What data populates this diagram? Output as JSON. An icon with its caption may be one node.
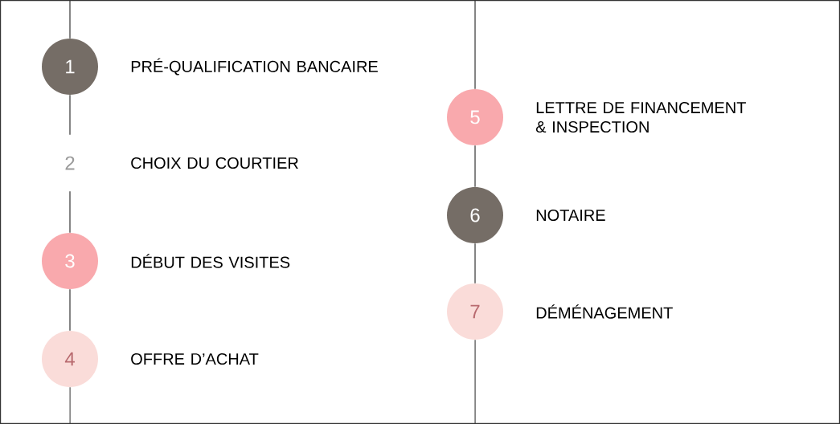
{
  "diagram": {
    "nodes": [
      {
        "text": [
          "1"
        ],
        "beside": [
          "PRÉ-QUALIFICATION BANCAIRE"
        ]
      },
      {
        "text": [
          "2"
        ],
        "beside": [
          "CHOIX DU COURTIER"
        ]
      },
      {
        "text": [
          "3"
        ],
        "beside": [
          "DÉBUT DES VISITES"
        ]
      },
      {
        "text": [
          "4"
        ],
        "beside": [
          "OFFRE D’ACHAT"
        ]
      },
      {
        "text": [
          "5"
        ],
        "beside": [
          "LETTRE DE FINANCEMENT & INSPECTION"
        ]
      },
      {
        "text": [
          "6"
        ],
        "beside": [
          "NOTAIRE"
        ]
      },
      {
        "text": [
          "7"
        ],
        "beside": [
          "DÉMÉNAGEMENT"
        ]
      }
    ],
    "edges": [
      {
        "from": null,
        "to": 0,
        "arrow": "none"
      },
      {
        "from": 0,
        "to": 1,
        "arrow": "none"
      },
      {
        "from": 1,
        "to": 2,
        "arrow": "none"
      },
      {
        "from": 2,
        "to": 3,
        "arrow": "none"
      },
      {
        "from": 3,
        "to": null,
        "arrow": "none"
      },
      {
        "from": null,
        "to": 4,
        "arrow": "none"
      },
      {
        "from": 4,
        "to": 5,
        "arrow": "none"
      },
      {
        "from": 5,
        "to": 6,
        "arrow": "none"
      },
      {
        "from": 6,
        "to": null,
        "arrow": "none"
      }
    ]
  }
}
